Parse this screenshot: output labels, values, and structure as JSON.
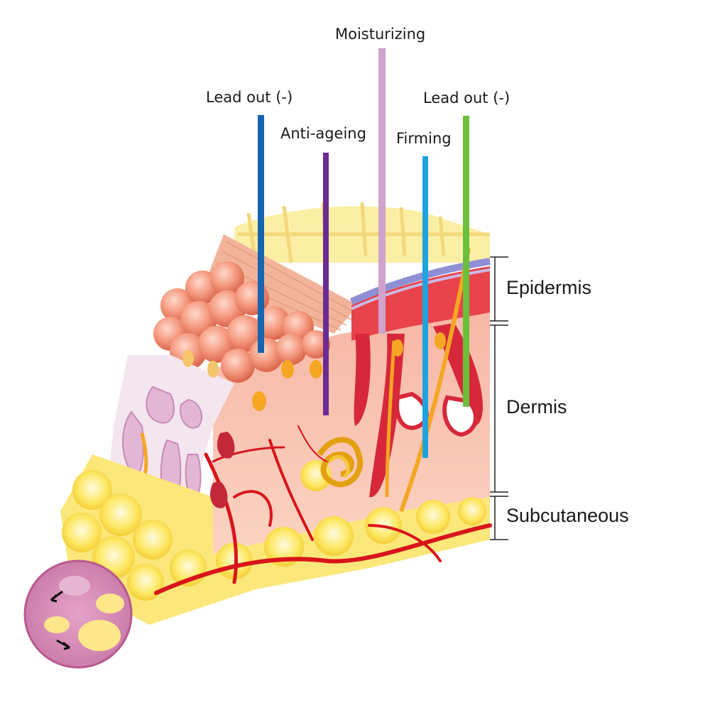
{
  "probes": [
    {
      "id": "lead-out-left",
      "label": "Lead out (-)",
      "color": "#1565b0"
    },
    {
      "id": "anti-ageing",
      "label": "Anti-ageing",
      "color": "#6a2c91"
    },
    {
      "id": "moisturizing",
      "label": "Moisturizing",
      "color": "#cfa3cc"
    },
    {
      "id": "firming",
      "label": "Firming",
      "color": "#1fa3df"
    },
    {
      "id": "lead-out-right",
      "label": "Lead out (-)",
      "color": "#6cbf3a"
    }
  ],
  "layers": [
    {
      "id": "epidermis",
      "label": "Epidermis"
    },
    {
      "id": "dermis",
      "label": "Dermis"
    },
    {
      "id": "subcutaneous",
      "label": "Subcutaneous"
    }
  ]
}
